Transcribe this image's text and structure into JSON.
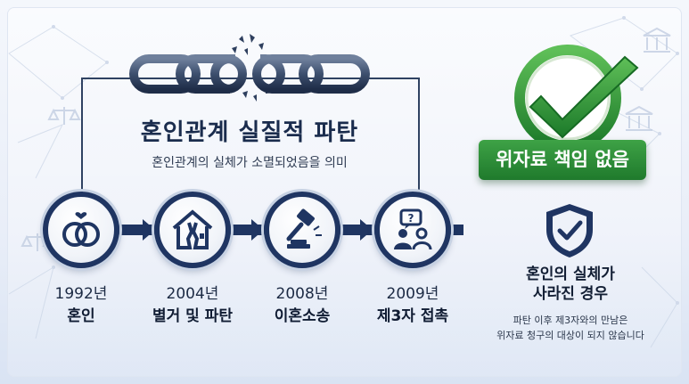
{
  "headline": {
    "title": "혼인관계 실질적 파탄",
    "subtitle": "혼인관계의 실체가 소멸되었음을 의미"
  },
  "timeline": [
    {
      "year": "1992년",
      "event": "혼인",
      "icon": "wedding-rings-icon"
    },
    {
      "year": "2004년",
      "event": "별거 및 파탄",
      "icon": "broken-house-icon"
    },
    {
      "year": "2008년",
      "event": "이혼소송",
      "icon": "gavel-icon"
    },
    {
      "year": "2009년",
      "event": "제3자 접촉",
      "icon": "people-question-icon"
    }
  ],
  "verdict": {
    "label": "위자료 책임 없음",
    "icon": "green-check-icon"
  },
  "conclusion": {
    "title_line1": "혼인의 실체가",
    "title_line2": "사라진 경우",
    "desc_line1": "파탄 이후 제3자와의 만남은",
    "desc_line2": "위자료 청구의 대상이 되지 않습니다",
    "icon": "shield-check-icon"
  },
  "colors": {
    "navy": "#1f3562",
    "green": "#2e9a3c",
    "background": "#eef2f9"
  }
}
